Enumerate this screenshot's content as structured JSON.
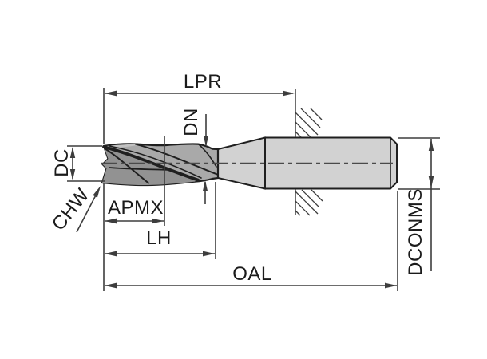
{
  "drawing": {
    "title": "end-mill-dimension-diagram",
    "labels": {
      "lpr": "LPR",
      "dn": "DN",
      "dc": "DC",
      "chw": "CHW",
      "apmx": "APMX",
      "lh": "LH",
      "oal": "OAL",
      "dconms": "DCONMS"
    },
    "colors": {
      "background": "#ffffff",
      "flute_body": "#a9a9a9",
      "flute_shadow": "#929292",
      "flute_highlight": "#c2c2c2",
      "shank": "#d2d2d2",
      "outline": "#1f1f1f",
      "dimension_line": "#3d3d3d",
      "centerline": "#4a4a4a",
      "text": "#1b1b1b"
    }
  }
}
